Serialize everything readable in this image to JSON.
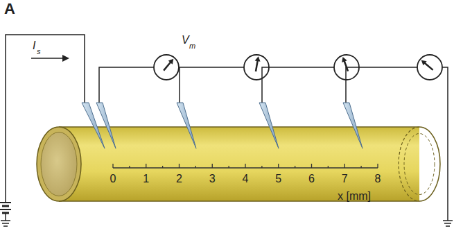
{
  "diagram": {
    "labels": [
      "A",
      "I",
      "s",
      "V",
      "m",
      "0",
      "1",
      "2",
      "3",
      "4",
      "5",
      "6",
      "7",
      "8",
      "x [mm]"
    ]
  }
}
